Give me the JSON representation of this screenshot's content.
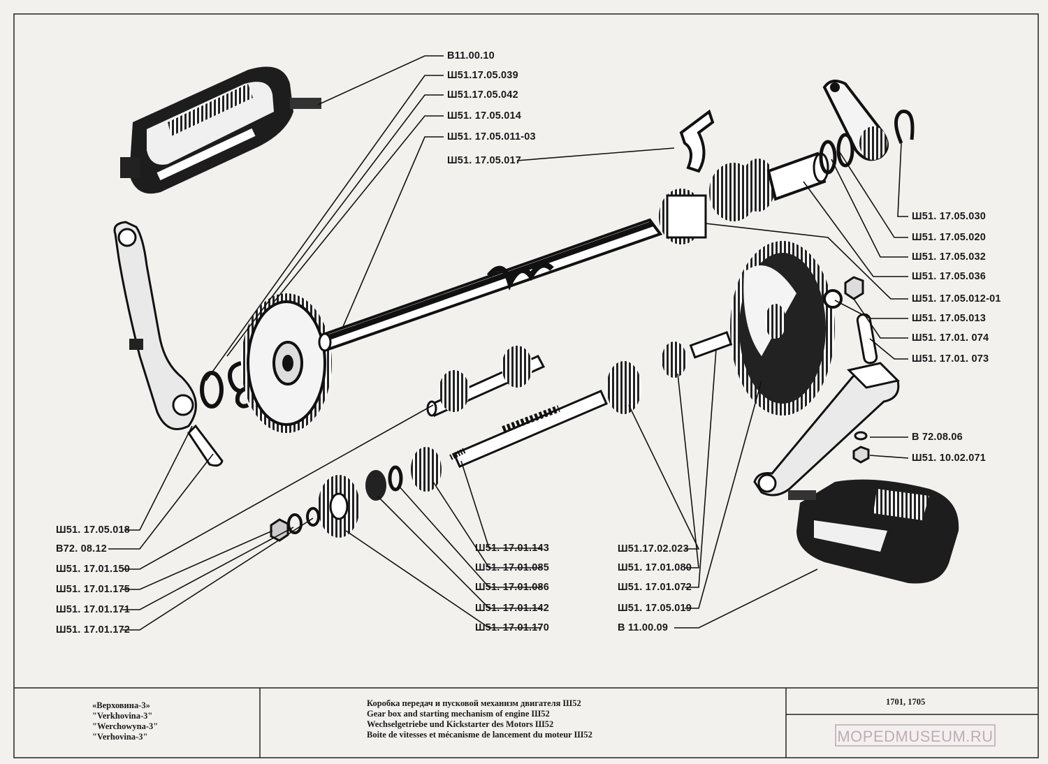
{
  "callouts": {
    "left_top": [
      "B11.00.10",
      "Ш51.17.05.039",
      "Ш51.17.05.042",
      "Ш51. 17.05.014",
      "Ш51. 17.05.011-03",
      "Ш51. 17.05.017"
    ],
    "right": [
      "Ш51. 17.05.030",
      "Ш51. 17.05.020",
      "Ш51. 17.05.032",
      "Ш51. 17.05.036",
      "Ш51. 17.05.012-01",
      "Ш51. 17.05.013",
      "Ш51. 17.01. 074",
      "Ш51. 17.01. 073",
      "В 72.08.06",
      "Ш51. 10.02.071"
    ],
    "bottom_left": [
      "Ш51. 17.05.018",
      "В72. 08.12",
      "Ш51. 17.01.150",
      "Ш51. 17.01.175",
      "Ш51. 17.01.171",
      "Ш51. 17.01.172"
    ],
    "bottom_middle": [
      "Ш51. 17.01.143",
      "Ш51. 17.01.085",
      "Ш51. 17.01.086",
      "Ш51. 17.01.142",
      "Ш51. 17.01.170"
    ],
    "bottom_right": [
      "Ш51.17.02.023",
      "Ш51. 17.01.080",
      "Ш51. 17.01.072",
      "Ш51. 17.05.019",
      "В 11.00.09"
    ]
  },
  "footer": {
    "model_names": [
      "«Верховина-3»",
      "\"Verkhovina-3\"",
      "\"Werchowyna-3\"",
      "\"Verhovina-3\""
    ],
    "titles": [
      "Коробка передач и пусковой механизм двигателя Ш52",
      "Gear box and starting mechanism of engine Ш52",
      "Wechselgetriebe und Kickstarter des Motors Ш52",
      "Boite de vitesses et mécanisme de lancement du moteur Ш52"
    ],
    "sheet_numbers": "1701, 1705"
  },
  "watermark": "MOPEDMUSEUM.RU",
  "colors": {
    "paper": "#f3f1ee",
    "ink": "#1a1a1a",
    "watermark": "#c2aab9"
  }
}
